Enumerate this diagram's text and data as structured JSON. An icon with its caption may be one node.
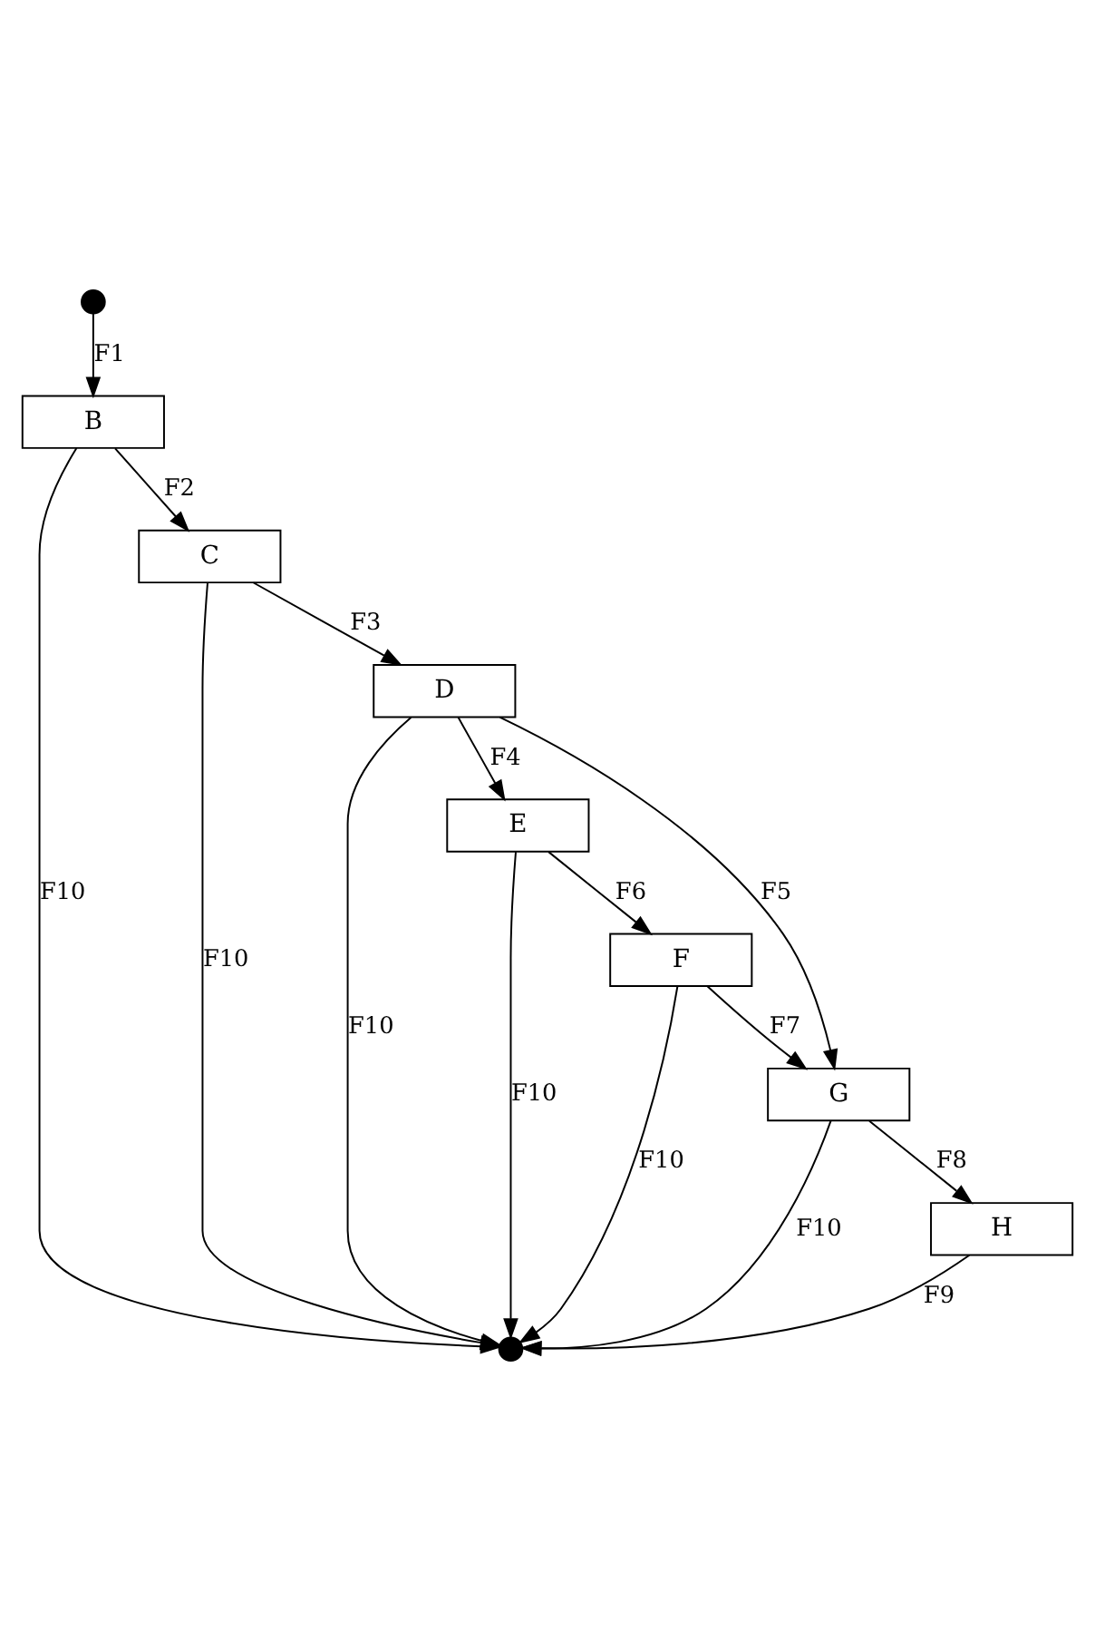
{
  "diagram": {
    "nodes": [
      {
        "text": [],
        "shape": "circle"
      },
      {
        "text": [
          "B"
        ]
      },
      {
        "text": [
          "C"
        ]
      },
      {
        "text": [
          "D"
        ]
      },
      {
        "text": [
          "E"
        ]
      },
      {
        "text": [
          "F"
        ]
      },
      {
        "text": [
          "G"
        ]
      },
      {
        "text": [
          "H"
        ]
      },
      {
        "text": [],
        "shape": "circle"
      }
    ],
    "edges": [
      {
        "from": 0,
        "to": 1,
        "arrow": "to",
        "label": "F1"
      },
      {
        "from": 1,
        "to": 2,
        "arrow": "to",
        "label": "F2"
      },
      {
        "from": 2,
        "to": 3,
        "arrow": "to",
        "label": "F3"
      },
      {
        "from": 3,
        "to": 4,
        "arrow": "to",
        "label": "F4"
      },
      {
        "from": 3,
        "to": 6,
        "arrow": "to",
        "label": "F5"
      },
      {
        "from": 4,
        "to": 5,
        "arrow": "to",
        "label": "F6"
      },
      {
        "from": 5,
        "to": 6,
        "arrow": "to",
        "label": "F7"
      },
      {
        "from": 6,
        "to": 7,
        "arrow": "to",
        "label": "F8"
      },
      {
        "from": 7,
        "to": 8,
        "arrow": "to",
        "label": "F9"
      },
      {
        "from": 1,
        "to": 8,
        "arrow": "to",
        "label": "F10"
      },
      {
        "from": 2,
        "to": 8,
        "arrow": "to",
        "label": "F10"
      },
      {
        "from": 3,
        "to": 8,
        "arrow": "to",
        "label": "F10"
      },
      {
        "from": 4,
        "to": 8,
        "arrow": "to",
        "label": "F10"
      },
      {
        "from": 5,
        "to": 8,
        "arrow": "to",
        "label": "F10"
      },
      {
        "from": 6,
        "to": 8,
        "arrow": "to",
        "label": "F10"
      }
    ]
  }
}
